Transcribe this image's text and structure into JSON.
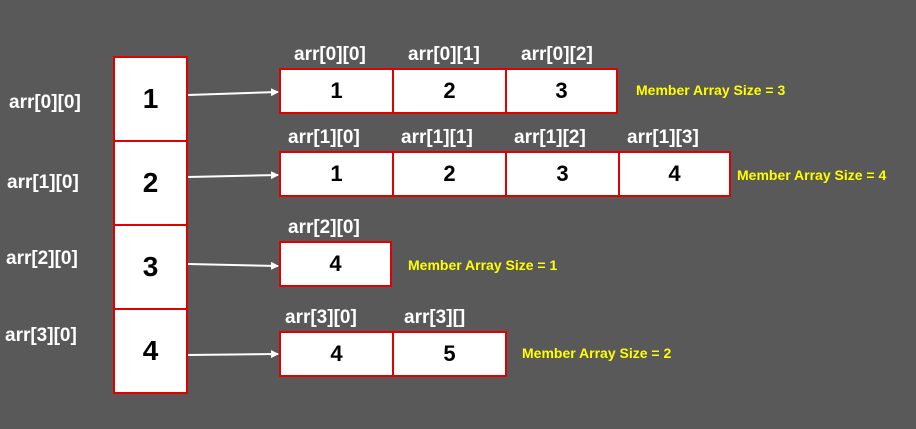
{
  "row_labels": [
    "arr[0][0]",
    "arr[1][0]",
    "arr[2][0]",
    "arr[3][0]"
  ],
  "outer_values": [
    "1",
    "2",
    "3",
    "4"
  ],
  "rows": [
    {
      "index_labels": [
        "arr[0][0]",
        "arr[0][1]",
        "arr[0][2]"
      ],
      "values": [
        "1",
        "2",
        "3"
      ],
      "size_note": "Member Array Size = 3"
    },
    {
      "index_labels": [
        "arr[1][0]",
        "arr[1][1]",
        "arr[1][2]",
        "arr[1][3]"
      ],
      "values": [
        "1",
        "2",
        "3",
        "4"
      ],
      "size_note": "Member Array Size = 4"
    },
    {
      "index_labels": [
        "arr[2][0]"
      ],
      "values": [
        "4"
      ],
      "size_note": "Member Array Size = 1"
    },
    {
      "index_labels": [
        "arr[3][0]",
        "arr[3][]"
      ],
      "values": [
        "4",
        "5"
      ],
      "size_note": "Member Array Size = 2"
    }
  ],
  "colors": {
    "background": "#595959",
    "border": "#e00000",
    "note": "#ffff00",
    "arrow": "#ffffff"
  }
}
